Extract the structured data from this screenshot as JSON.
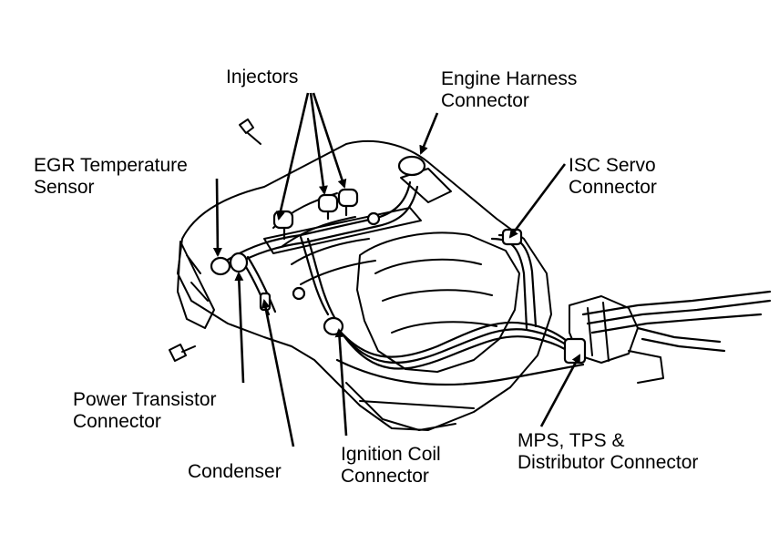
{
  "colors": {
    "ink": "#000000",
    "paper": "#ffffff"
  },
  "labels": {
    "injectors": "Injectors",
    "engine_harness": [
      "Engine Harness",
      "Connector"
    ],
    "egr_sensor": [
      "EGR Temperature",
      "Sensor"
    ],
    "isc_servo": [
      "ISC Servo",
      "Connector"
    ],
    "power_transistor": [
      "Power Transistor",
      "Connector"
    ],
    "condenser": "Condenser",
    "ignition_coil": [
      "Ignition Coil",
      "Connector"
    ],
    "mps_tps": [
      "MPS, TPS &",
      "Distributor Connector"
    ]
  }
}
